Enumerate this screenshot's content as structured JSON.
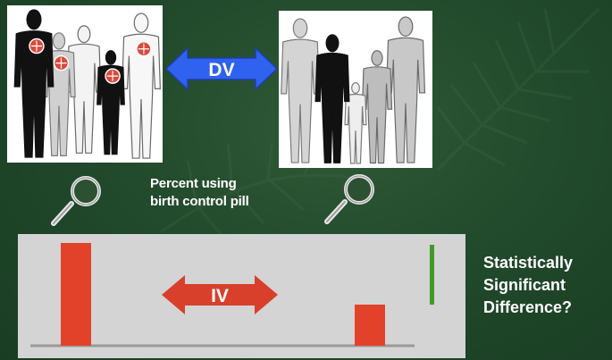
{
  "labels": {
    "dv": "DV",
    "iv": "IV",
    "percent_line1": "Percent using",
    "percent_line2": "birth control pill",
    "stat_line1": "Statistically",
    "stat_line2": "Significant",
    "stat_line3": "Difference?"
  },
  "colors": {
    "background": "#224a2c",
    "dv_arrow": "#2f62ef",
    "iv_arrow": "#d8402b",
    "bar": "#e2422a",
    "indicator": "#3f9a2a",
    "chart_panel": "#d4d4d4",
    "baseline": "#9a9a9a"
  },
  "chart_data": {
    "type": "bar",
    "categories": [
      "",
      ""
    ],
    "values": [
      1.0,
      0.4
    ],
    "ylim": [
      0,
      1.0
    ],
    "grid": false,
    "title": "",
    "xlabel": "",
    "ylabel": ""
  },
  "icons": [
    "magnifier-icon",
    "magnifier-icon",
    "double-arrow-icon",
    "double-arrow-icon"
  ]
}
